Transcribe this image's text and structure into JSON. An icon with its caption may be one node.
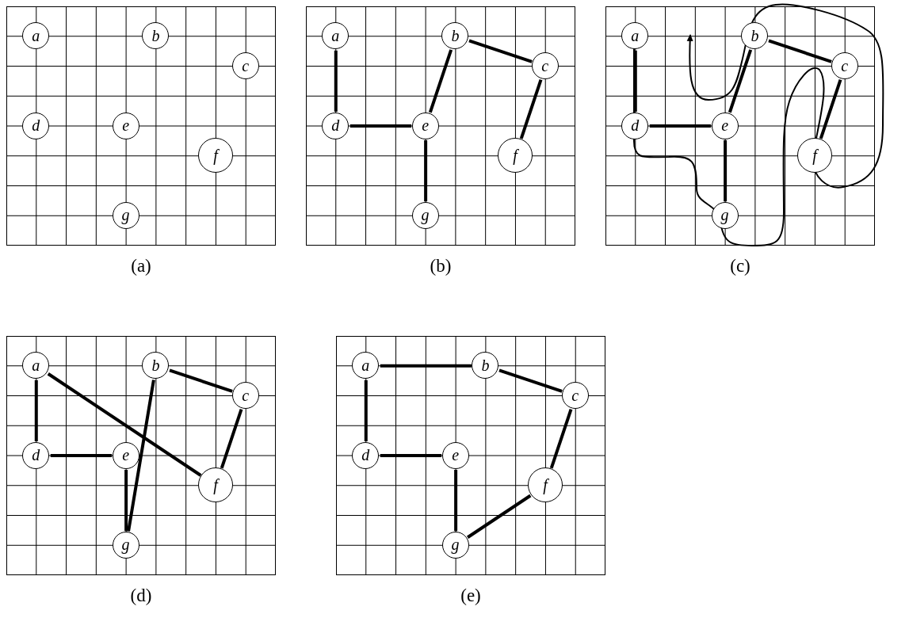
{
  "diagram": {
    "nodes": [
      {
        "text": [],
        "shape": "box",
        "beside": [
          "(a)"
        ]
      },
      {
        "text": [
          "a"
        ],
        "in": 0
      },
      {
        "text": [
          "b"
        ],
        "in": 0
      },
      {
        "text": [
          "c"
        ],
        "in": 0
      },
      {
        "text": [
          "d"
        ],
        "in": 0
      },
      {
        "text": [
          "e"
        ],
        "in": 0
      },
      {
        "text": [
          "f"
        ],
        "in": 0
      },
      {
        "text": [
          "g"
        ],
        "in": 0
      },
      {
        "text": [],
        "shape": "box",
        "beside": [
          "(b)"
        ]
      },
      {
        "text": [
          "a"
        ],
        "in": 8
      },
      {
        "text": [
          "b"
        ],
        "in": 8
      },
      {
        "text": [
          "c"
        ],
        "in": 8
      },
      {
        "text": [
          "d"
        ],
        "in": 8
      },
      {
        "text": [
          "e"
        ],
        "in": 8
      },
      {
        "text": [
          "f"
        ],
        "in": 8
      },
      {
        "text": [
          "g"
        ],
        "in": 8
      },
      {
        "text": [],
        "shape": "box",
        "beside": [
          "(c)"
        ]
      },
      {
        "text": [
          "a"
        ],
        "in": 16
      },
      {
        "text": [
          "b"
        ],
        "in": 16
      },
      {
        "text": [
          "c"
        ],
        "in": 16
      },
      {
        "text": [
          "d"
        ],
        "in": 16
      },
      {
        "text": [
          "e"
        ],
        "in": 16
      },
      {
        "text": [
          "f"
        ],
        "in": 16
      },
      {
        "text": [
          "g"
        ],
        "in": 16
      },
      {
        "text": [],
        "shape": "box",
        "beside": [
          "(d)"
        ]
      },
      {
        "text": [
          "a"
        ],
        "in": 24
      },
      {
        "text": [
          "b"
        ],
        "in": 24
      },
      {
        "text": [
          "c"
        ],
        "in": 24
      },
      {
        "text": [
          "d"
        ],
        "in": 24
      },
      {
        "text": [
          "e"
        ],
        "in": 24
      },
      {
        "text": [
          "f"
        ],
        "in": 24
      },
      {
        "text": [
          "g"
        ],
        "in": 24
      },
      {
        "text": [],
        "shape": "box",
        "beside": [
          "(e)"
        ]
      },
      {
        "text": [
          "a"
        ],
        "in": 32
      },
      {
        "text": [
          "b"
        ],
        "in": 32
      },
      {
        "text": [
          "c"
        ],
        "in": 32
      },
      {
        "text": [
          "d"
        ],
        "in": 32
      },
      {
        "text": [
          "e"
        ],
        "in": 32
      },
      {
        "text": [
          "f"
        ],
        "in": 32
      },
      {
        "text": [
          "g"
        ],
        "in": 32
      }
    ],
    "edges": [
      {
        "from": 9,
        "to": 12,
        "arrow": "none"
      },
      {
        "from": 12,
        "to": 13,
        "arrow": "none"
      },
      {
        "from": 13,
        "to": 10,
        "arrow": "none"
      },
      {
        "from": 10,
        "to": 11,
        "arrow": "none"
      },
      {
        "from": 11,
        "to": 14,
        "arrow": "none"
      },
      {
        "from": 13,
        "to": 15,
        "arrow": "none"
      },
      {
        "from": 17,
        "to": 20,
        "arrow": "none"
      },
      {
        "from": 20,
        "to": 21,
        "arrow": "none"
      },
      {
        "from": 21,
        "to": 18,
        "arrow": "none"
      },
      {
        "from": 18,
        "to": 19,
        "arrow": "none"
      },
      {
        "from": 19,
        "to": 22,
        "arrow": "none"
      },
      {
        "from": 21,
        "to": 23,
        "arrow": "none"
      },
      {
        "from": 25,
        "to": 28,
        "arrow": "none"
      },
      {
        "from": 28,
        "to": 29,
        "arrow": "none"
      },
      {
        "from": 25,
        "to": 30,
        "arrow": "none"
      },
      {
        "from": 26,
        "to": 27,
        "arrow": "none"
      },
      {
        "from": 27,
        "to": 30,
        "arrow": "none"
      },
      {
        "from": 26,
        "to": 31,
        "arrow": "none"
      },
      {
        "from": 29,
        "to": 31,
        "arrow": "none"
      },
      {
        "from": 33,
        "to": 34,
        "arrow": "none"
      },
      {
        "from": 33,
        "to": 36,
        "arrow": "none"
      },
      {
        "from": 36,
        "to": 37,
        "arrow": "none"
      },
      {
        "from": 34,
        "to": 35,
        "arrow": "none"
      },
      {
        "from": 35,
        "to": 38,
        "arrow": "none"
      },
      {
        "from": 38,
        "to": 39,
        "arrow": "none"
      },
      {
        "from": 37,
        "to": 39,
        "arrow": "none"
      }
    ]
  }
}
